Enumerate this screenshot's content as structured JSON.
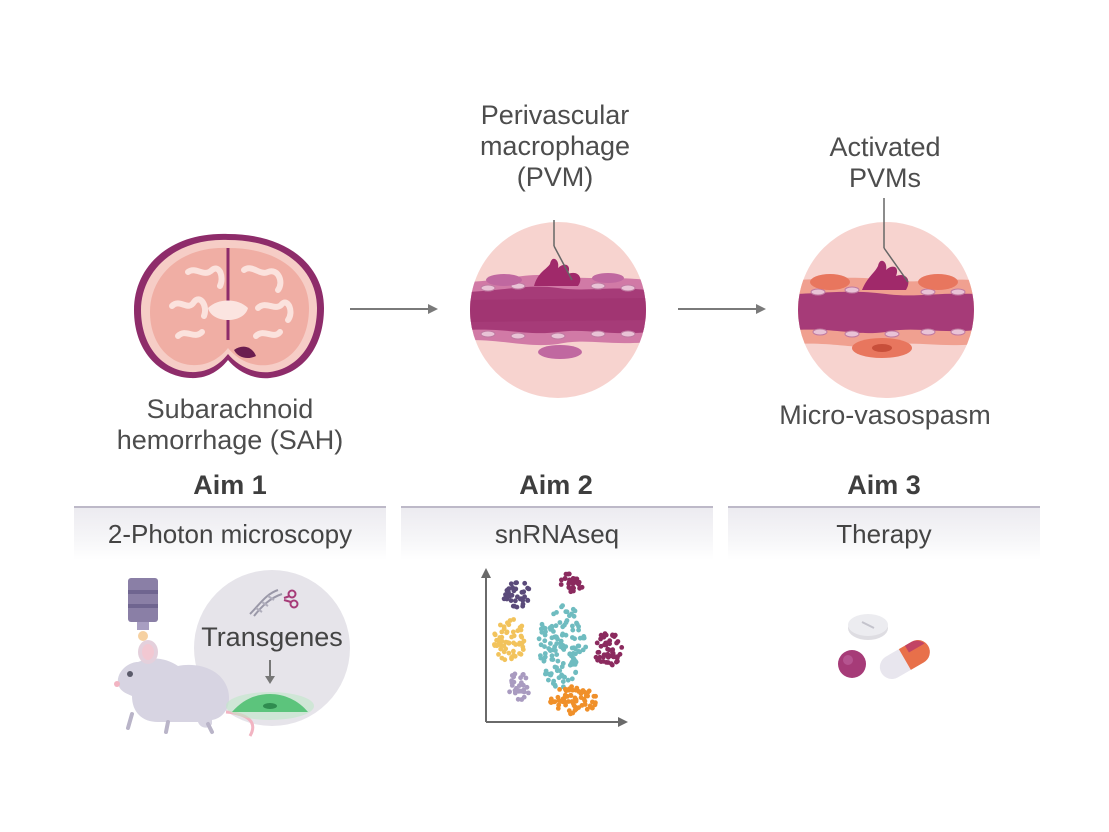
{
  "stage1": {
    "label_line1": "Subarachnoid",
    "label_line2": "hemorrhage (SAH)"
  },
  "stage2": {
    "label_line1": "Perivascular",
    "label_line2": "macrophage",
    "label_line3": "(PVM)"
  },
  "stage3": {
    "label_top_line1": "Activated",
    "label_top_line2": "PVMs",
    "label_bottom": "Micro-vasospasm"
  },
  "aims": [
    {
      "title": "Aim 1",
      "method": "2-Photon microscopy"
    },
    {
      "title": "Aim 2",
      "method": "snRNAseq"
    },
    {
      "title": "Aim 3",
      "method": "Therapy"
    }
  ],
  "aim1_illustration": {
    "inset_label": "Transgenes"
  },
  "icons": [
    "brain-section-icon",
    "blood-vessel-icon",
    "activated-vessel-icon",
    "microscope-icon",
    "mouse-icon",
    "dna-scissors-icon",
    "cell-icon",
    "cluster-plot-icon",
    "pills-icon"
  ],
  "colors": {
    "brain": "#f2b9b0",
    "hemorrhage": "#8e2c6a",
    "vessel": "#a63b78",
    "aim_band": "#ecebf0",
    "cluster_purple": "#5a4a7a",
    "cluster_teal": "#6fbcc0",
    "cluster_yellow": "#f2c35c",
    "cluster_orange": "#f0902a",
    "cluster_magenta": "#8b2a5e",
    "cluster_lilac": "#a99bc0"
  }
}
